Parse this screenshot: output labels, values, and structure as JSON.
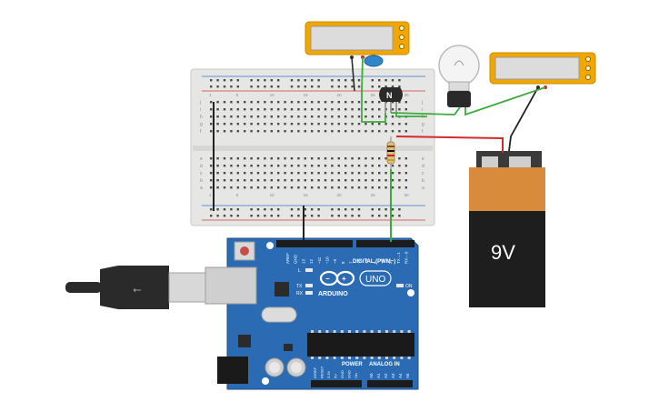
{
  "battery": {
    "label": "9V"
  },
  "arduino": {
    "brand": "ARDUINO",
    "model": "UNO",
    "digital_label": "DIGITAL (PWM~)",
    "power_label": "POWER",
    "analog_label": "ANALOG IN",
    "on_label": "ON",
    "led_l": "L",
    "led_tx": "TX",
    "led_rx": "RX",
    "digital_pins": [
      "AREF",
      "GND",
      "13",
      "12",
      "~11",
      "~10",
      "~9",
      "8",
      "7",
      "~6",
      "~5",
      "4",
      "~3",
      "2",
      "TX→1",
      "RX←0"
    ],
    "power_pins": [
      "IOREF",
      "RESET",
      "3.3V",
      "5V",
      "GND",
      "GND",
      "Vin"
    ],
    "analog_pins": [
      "A0",
      "A1",
      "A2",
      "A3",
      "A4",
      "A5"
    ]
  },
  "transistor": {
    "label": "N"
  },
  "breadboard": {
    "row_letters_top": [
      "j",
      "i",
      "h",
      "g",
      "f"
    ],
    "row_letters_bottom": [
      "e",
      "d",
      "c",
      "b",
      "a"
    ],
    "col_numbers": [
      "1",
      "5",
      "10",
      "15",
      "20",
      "25",
      "30"
    ]
  },
  "colors": {
    "multimeter": "#f2a700",
    "arduino": "#2a6bb3",
    "battery_orange": "#d98b3c",
    "battery_black": "#1e1e1e",
    "wire_green": "#3daa3d",
    "wire_red": "#d42a2a",
    "wire_black": "#222222"
  }
}
